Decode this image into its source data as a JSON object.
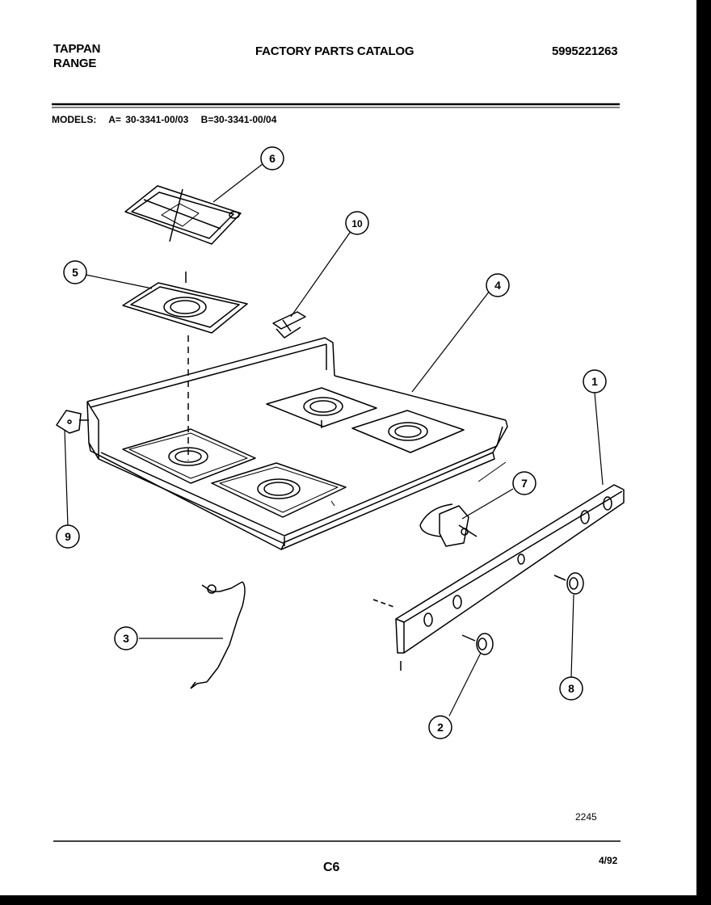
{
  "header": {
    "brand_line1": "TAPPAN",
    "brand_line2": "RANGE",
    "catalog_title": "FACTORY PARTS CATALOG",
    "part_number": "5995221263"
  },
  "models": {
    "label": "MODELS:",
    "model_a": "A= 30-3341-00/03",
    "model_b": "B=30-3341-00/04"
  },
  "callouts": [
    "1",
    "2",
    "3",
    "4",
    "5",
    "6",
    "7",
    "8",
    "9",
    "10"
  ],
  "footer": {
    "diagram_code": "2245",
    "page_code": "C6",
    "date_code": "4/92"
  },
  "colors": {
    "ink": "#000000",
    "paper": "#ffffff",
    "border": "#000000"
  }
}
